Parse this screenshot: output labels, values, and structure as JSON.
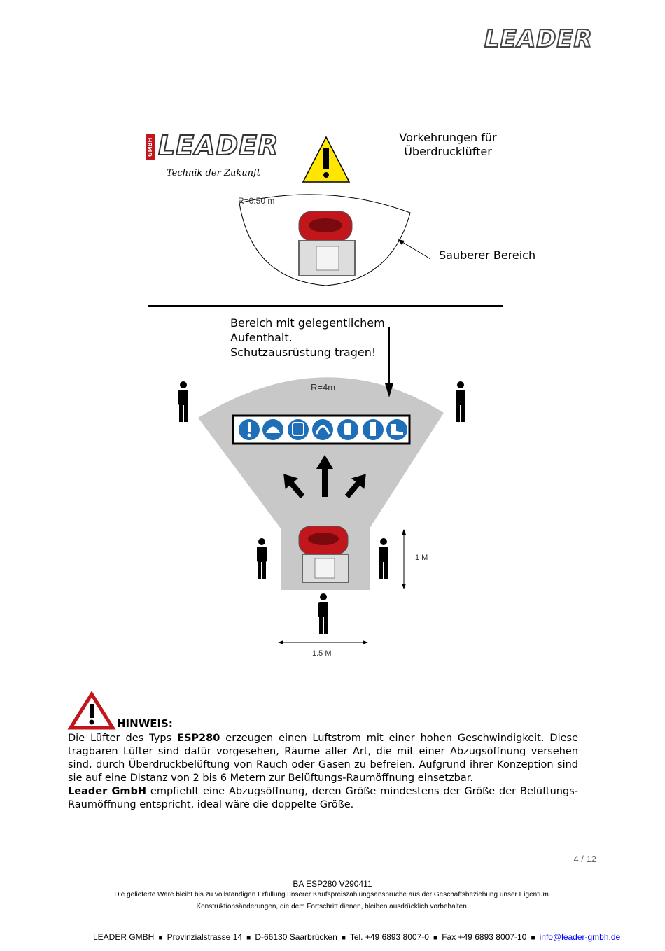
{
  "brand": {
    "name": "LEADER",
    "gmbh": "GMBH",
    "slogan": "Technik der Zukunft"
  },
  "diagram": {
    "title_line1": "Vorkehrungen für",
    "title_line2": "Überdrucklüfter",
    "radius_small": "R=0.50 m",
    "clean_area": "Sauberer Bereich",
    "occasional_line1": "Bereich mit gelegentlichem",
    "occasional_line2": "Aufenthalt.",
    "occasional_line3": "Schutzausrüstung tragen!",
    "radius_large": "R=4m",
    "dim_height": "1 M",
    "dim_width": "1.5 M"
  },
  "notice": {
    "title": "HINWEIS:",
    "p1_pre": "Die Lüfter des Typs ",
    "p1_bold": "ESP280",
    "p1_post": " erzeugen einen Luftstrom mit einer hohen Geschwindigkeit. Diese tragbaren Lüfter sind dafür vorgesehen, Räume aller Art, die mit einer Abzugsöffnung versehen sind, durch Überdruckbelüftung von Rauch oder Gasen zu befreien. Aufgrund ihrer Konzeption sind sie auf eine Distanz von 2 bis 6 Metern zur Belüftungs-Raumöffnung einsetzbar.",
    "p2_bold": "Leader GmbH",
    "p2_post": " empfiehlt eine Abzugsöffnung, deren Größe mindestens der Größe der Belüftungs-Raumöffnung entspricht, ideal wäre die doppelte Größe."
  },
  "page_number": "4 / 12",
  "footer": {
    "doc_ref": "BA ESP280  V290411",
    "line1": "Die gelieferte Ware bleibt bis zu vollständigen Erfüllung unserer Kaufspreiszahlungsansprüche aus der Geschäftsbeziehung unser  Eigentum.",
    "line2": "Konstruktionsänderungen, die dem Fortschritt dienen, bleiben ausdrücklich vorbehalten.",
    "company": "LEADER GMBH",
    "street": "Provinzialstrasse 14",
    "city": "D-66130 Saarbrücken",
    "tel": "Tel. +49 6893 8007-0",
    "fax": "Fax +49 6893 8007-10",
    "email": "info@leader-gmbh.de"
  },
  "colors": {
    "brand_red": "#c0161c",
    "zone_gray": "#c8c8c8",
    "warning_yellow": "#ffe600",
    "ppe_blue": "#1e6fb8"
  }
}
